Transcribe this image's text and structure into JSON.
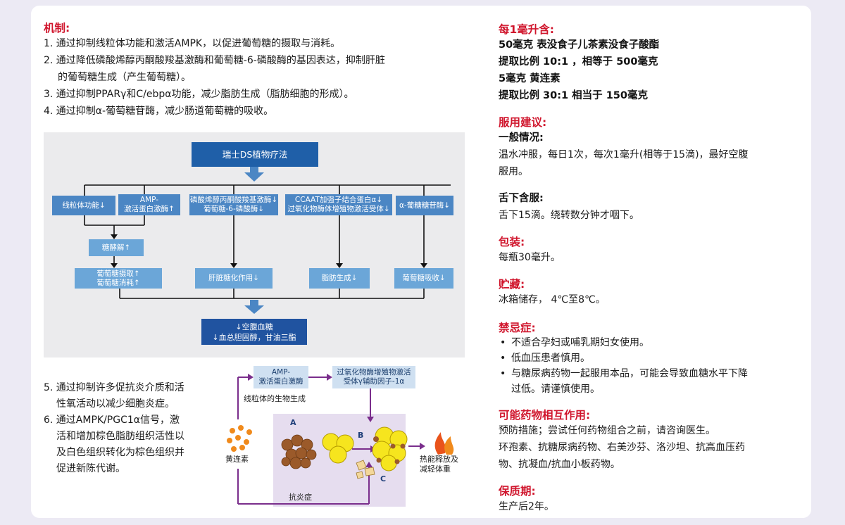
{
  "mechanism": {
    "title": "机制:",
    "items": [
      "1. 通过抑制线粒体功能和激活AMPK，以促进葡萄糖的摄取与消耗。",
      "2. 通过降低磷酸烯醇丙酮酸羧基激酶和葡萄糖-6-磷酸酶的基因表达，抑制肝脏",
      "的葡萄糖生成（产生葡萄糖）。",
      "3. 通过抑制PPARγ和C/ebpα功能，减少脂肪生成（脂肪细胞的形成）。",
      "4. 通过抑制α-葡萄糖苷酶，减少肠道葡萄糖的吸收。"
    ]
  },
  "diagram": {
    "top": "瑞士DS植物疗法",
    "row1": [
      "线粒体功能↓",
      "AMP-",
      "激活蛋白激酶↑",
      "磷酸烯醇丙酮酸羧基激酶↓",
      "葡萄糖-6-磷酸酶↓",
      "CCAAT加强子结合蛋白α↓",
      "过氧化物酶体增殖物激活受体↓",
      "α-葡糖糖苷酶↓"
    ],
    "glycolysis": "糖酵解↑",
    "row3": [
      "葡萄糖摄取↑",
      "葡萄糖消耗↑",
      "肝脏糖化作用↓",
      "脂肪生成↓",
      "葡萄糖吸收↓"
    ],
    "bottom": [
      "↓空腹血糖",
      "↓血总胆固醇，甘油三酯"
    ]
  },
  "points": [
    "5. 通过抑制许多促抗炎介质和活",
    "性氧活动以减少细胞炎症。",
    "6. 通过AMPK/PGC1α信号，激",
    "活和增加棕色脂肪组织活性以",
    "及白色组织转化为棕色组织并",
    "促进新陈代谢。"
  ],
  "pathway": {
    "ampk": [
      "AMP-",
      "激活蛋白激酶"
    ],
    "pgc": [
      "过氧化物酶增殖物激活",
      "受体γ辅助因子-1α"
    ],
    "mito": "线粒体的生物生成",
    "berberine": "黄连素",
    "anti": "抗炎症",
    "heat": [
      "热能释放及",
      "减轻体重"
    ],
    "a": "A",
    "b": "B",
    "c": "C"
  },
  "content": {
    "title": "每1毫升含:",
    "lines": [
      "50毫克 表没食子儿茶素没食子酸酯",
      "提取比例 10:1 ，相等于 500毫克",
      "5毫克 黄连素",
      "提取比例 30:1 相当于 150毫克"
    ]
  },
  "usage": {
    "title": "服用建议:",
    "general_label": "一般情况:",
    "general_text_1": "温水冲服，每日1次，每次1毫升(相等于15滴)，最好空腹",
    "general_text_2": "服用。",
    "sublingual_label": "舌下含服:",
    "sublingual_text": "舌下15滴。绕转数分钟才咽下。"
  },
  "packaging": {
    "title": "包装:",
    "text": "每瓶30毫升。"
  },
  "storage": {
    "title": "贮藏:",
    "text": "冰箱储存， 4℃至8℃。"
  },
  "contra": {
    "title": "禁忌症:",
    "items": [
      "不适合孕妇或哺乳期妇女使用。",
      "低血压患者慎用。",
      "与糖尿病药物一起服用本品，可能会导致血糖水平下降",
      "过低。请谨慎使用。"
    ]
  },
  "interaction": {
    "title": "可能药物相互作用:",
    "lines": [
      "预防措施；尝试任何药物组合之前，请咨询医生。",
      "环孢素、抗糖尿病药物、右美沙芬、洛沙坦、抗高血压药",
      "物、抗凝血/抗血小板药物。"
    ]
  },
  "shelf": {
    "title": "保质期:",
    "text": "生产后2年。"
  }
}
